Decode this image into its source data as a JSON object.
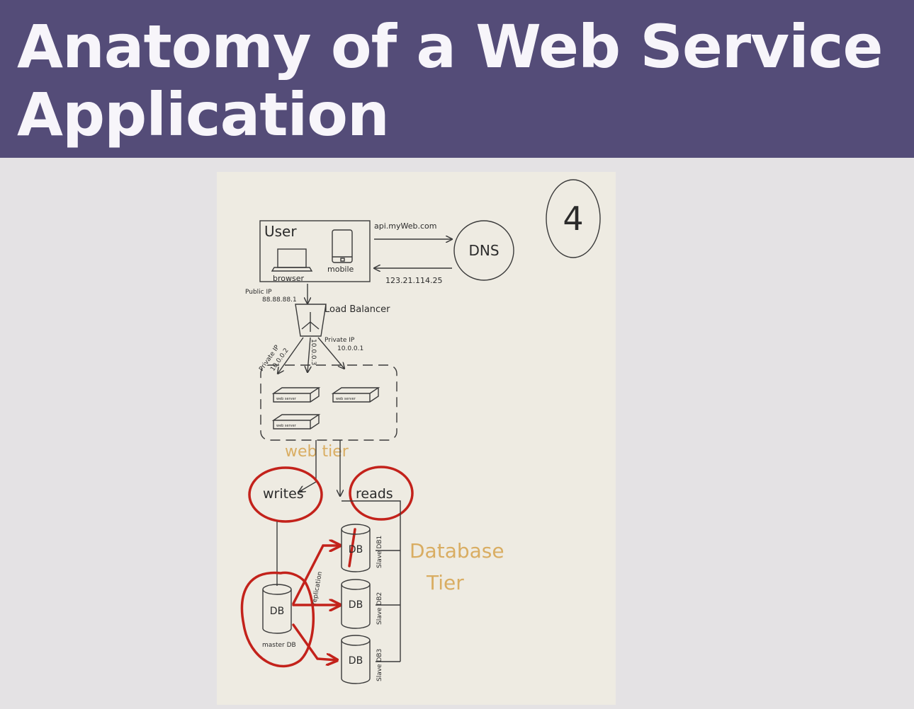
{
  "slide": {
    "title_line1": "Anatomy of a Web Service",
    "title_line2": "Application"
  },
  "diagram": {
    "step_number": "4",
    "user_label": "User",
    "browser_label": "browser",
    "mobile_label": "mobile",
    "dns_label": "DNS",
    "dns_query": "api.myWeb.com",
    "dns_answer": "123.21.114.25",
    "public_ip_label": "Public IP",
    "public_ip_value": "88.88.88.1",
    "load_balancer_label": "Load Balancer",
    "private_ip_left_label": "Private IP",
    "private_ip_left_value": "10.0.0.2",
    "private_ip_mid_value": "10.0.0.3",
    "private_ip_right_label": "Private IP",
    "private_ip_right_value": "10.0.0.1",
    "web_server_label": "web server",
    "web_tier_label": "web tier",
    "writes_label": "writes",
    "reads_label": "reads",
    "db_label": "DB",
    "master_db_label": "master DB",
    "replication_label": "replication",
    "slave_db1_label": "Slave DB1",
    "slave_db2_label": "Slave DB2",
    "slave_db3_label": "Slave DB3",
    "database_label": "Database",
    "tier_label": "Tier"
  },
  "colors": {
    "title_bar": "#544c78",
    "annotation_red": "#c3221b",
    "tier_gold": "#d9ad62"
  }
}
